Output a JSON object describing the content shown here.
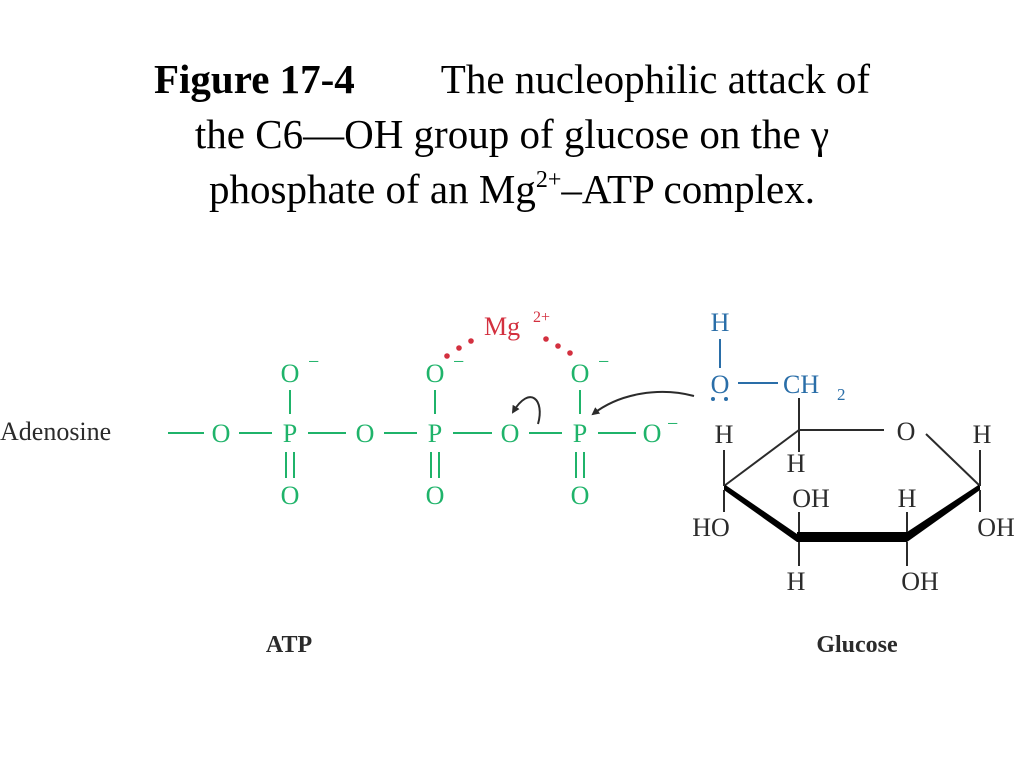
{
  "title": {
    "figure_label": "Figure 17-4",
    "line1": "The nucleophilic attack of",
    "line2": "the C6—OH group of glucose on the γ",
    "line3_pre": "phosphate of an Mg",
    "line3_sup": "2+",
    "line3_post": "–ATP complex."
  },
  "mg": {
    "label": "Mg",
    "charge": "2+"
  },
  "atp": {
    "caption": "ATP",
    "adenosine": "Adenosine",
    "o_bridge": "O",
    "p": "P",
    "o_minus_top": "O",
    "minus": "−",
    "o_double": "O",
    "o_terminal": "O"
  },
  "glucose": {
    "caption": "Glucose",
    "h_hydroxyl": "H",
    "o_hydroxyl": "O",
    "ch2": "CH",
    "ch2_sub": "2",
    "ring_o": "O",
    "h": "H",
    "ho": "HO",
    "oh": "OH"
  },
  "colors": {
    "atp": "#1fb36a",
    "mg": "#d3303f",
    "hydroxyl": "#2a6ea8",
    "text": "#2b2b2b"
  }
}
